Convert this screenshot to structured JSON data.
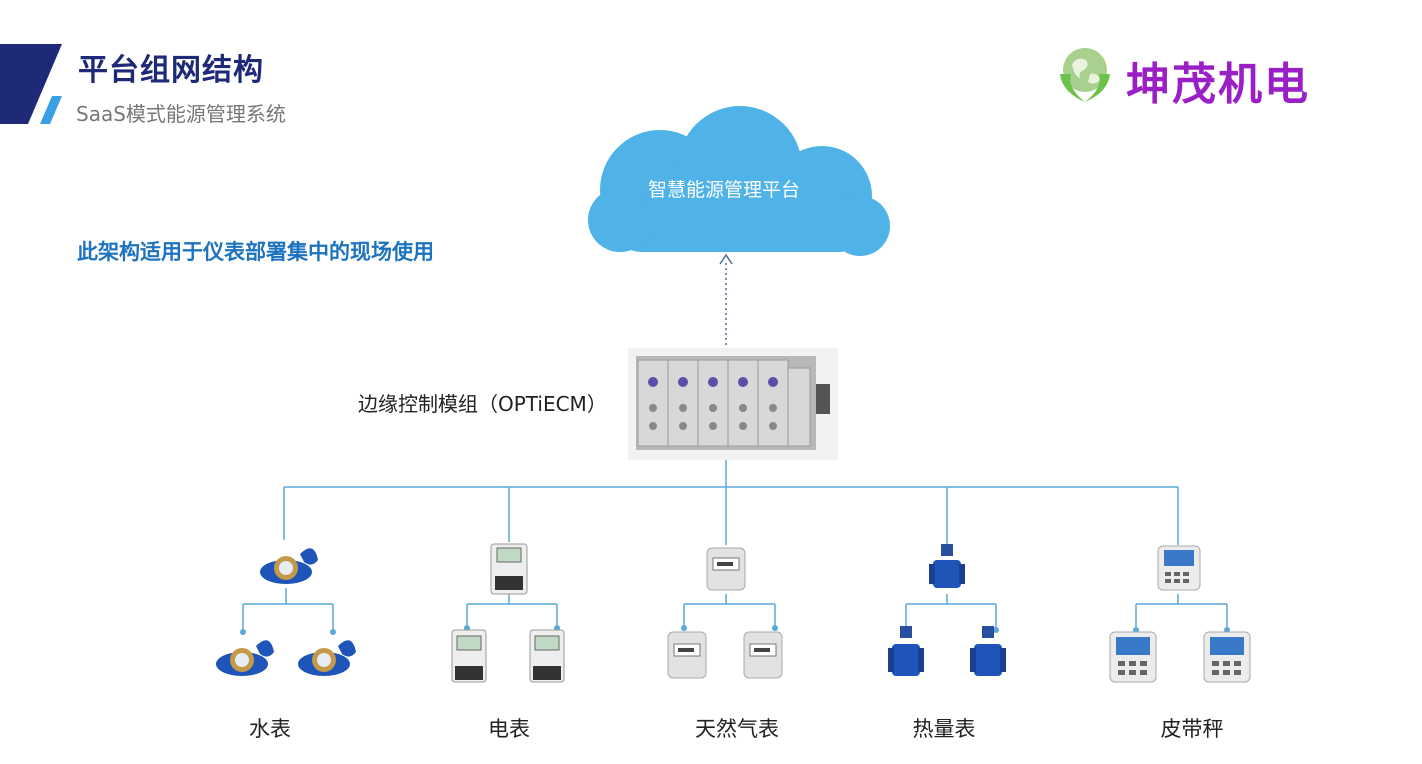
{
  "header": {
    "title": "平台组网结构",
    "subtitle": "SaaS模式能源管理系统"
  },
  "brand": {
    "name": "坤茂机电",
    "color": "#9b1fc6",
    "logo_icon": "globe-hands-icon"
  },
  "note": "此架构适用于仪表部署集中的现场使用",
  "cloud": {
    "label": "智慧能源管理平台",
    "color": "#4fb3e8"
  },
  "edge_module": {
    "label": "边缘控制模组（OPTiECM）"
  },
  "colors": {
    "line": "#5aa7d8",
    "title": "#1e2a78",
    "note": "#1e73be"
  },
  "devices": [
    {
      "label": "水表",
      "icon": "water-meter-icon"
    },
    {
      "label": "电表",
      "icon": "electric-meter-icon"
    },
    {
      "label": "天然气表",
      "icon": "gas-meter-icon"
    },
    {
      "label": "热量表",
      "icon": "heat-meter-icon"
    },
    {
      "label": "皮带秤",
      "icon": "belt-scale-icon"
    }
  ]
}
